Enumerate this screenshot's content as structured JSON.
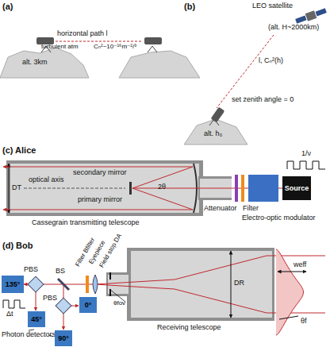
{
  "diagram": {
    "nodes": [
      {
        "text": [
          "Source"
        ]
      },
      {
        "text": [
          "135°"
        ]
      },
      {
        "text": [
          "45°"
        ]
      },
      {
        "text": [
          "0°"
        ]
      },
      {
        "text": [
          "90°"
        ]
      }
    ],
    "labels": [
      "(a)",
      "horizontal path l",
      "turbulent atm",
      "Cₙ²~10⁻¹⁶m⁻²/³",
      "alt. 3km",
      "(b)",
      "LEO satellite",
      "(alt. H~2000km)",
      "l, Cₙ²(h)",
      "set zenith angle = 0",
      "alt. h₀",
      "(c) Alice",
      "DT",
      "optical axis",
      "secondary mirror",
      "primary mirror",
      "2θ",
      "Cassegrain transmitting telescope",
      "Attenuator",
      "Filter",
      "Electro-optic modulator",
      "1/ν",
      "(d) Bob",
      "PBS",
      "BS",
      "Filter Bfilter",
      "Eyepiece",
      "Field stop DA",
      "θfov",
      "Δt",
      "PBS",
      "Photon detectors",
      "DR",
      "weff",
      "θf",
      "Receiving telescope"
    ]
  }
}
